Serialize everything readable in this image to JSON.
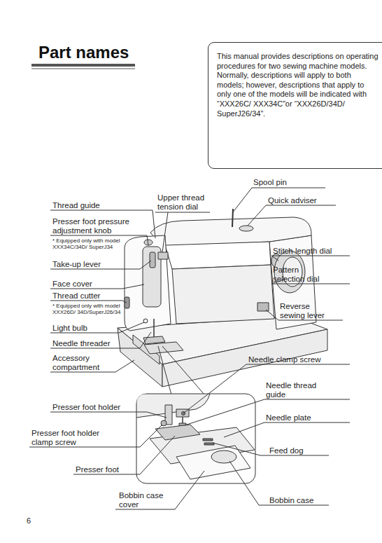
{
  "diagram": {
    "title": "Part names",
    "nodes": [
      {
        "text": [
          "This manual provides descriptions on operating procedures for two sewing machine models.",
          "Normally, descriptions will apply to both models; however, descriptions that apply to only one of the models will be indicated with “XXX26C/ XXX34C”or “XXX26D/34D/ SuperJ26/34”."
        ]
      }
    ],
    "labels": [
      "Spool pin",
      "Upper thread tension dial",
      "Thread guide",
      "Quick adviser",
      "Presser foot pressure adjustment knob",
      "* Equipped only with model XXX34C/34D/ SuperJ34",
      "Stitch length dial",
      "Pattern selection dial",
      "Take-up lever",
      "Face cover",
      "Thread cutter",
      "* Equipped only with model XXX26D/ 34D/SuperJ26/34",
      "Reverse sewing lever",
      "Light bulb",
      "Needle threader",
      "Accessory compartment",
      "Needle clamp screw",
      "Needle thread guide",
      "Presser foot holder",
      "Needle plate",
      "Presser foot holder clamp screw",
      "Feed dog",
      "Presser foot",
      "Bobbin case cover",
      "Bobbin case",
      "6"
    ]
  }
}
